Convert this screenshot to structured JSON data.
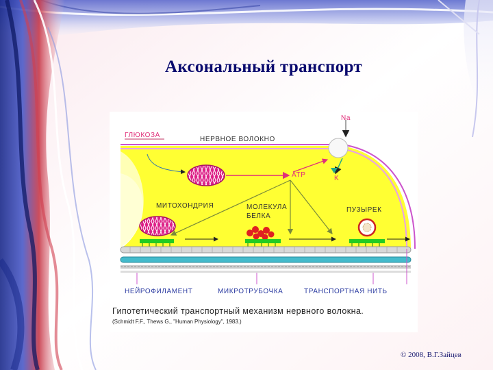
{
  "slide": {
    "title": "Аксональный транспорт",
    "copyright": "© 2008, В.Г.Зайцев"
  },
  "diagram": {
    "labels": {
      "glucose": "ГЛЮКОЗА",
      "nerve_fiber": "НЕРВНОЕ ВОЛОКНО",
      "na": "Na",
      "atp": "АТР",
      "k": "K",
      "mitochondria": "МИТОХОНДРИЯ",
      "protein_line1": "МОЛЕКУЛА",
      "protein_line2": "БЕЛКА",
      "vesicle": "ПУЗЫРЕК",
      "neurofilament": "НЕЙРОФИЛАМЕНТ",
      "microtubule": "МИКРОТРУБОЧКА",
      "transport_filament": "ТРАНСПОРТНАЯ НИТЬ"
    },
    "caption": "Гипотетический транспортный механизм нервного волокна.",
    "reference": "(Schmidt F.F., Thews G., \"Human Physiology\", 1983.)"
  },
  "colors": {
    "axon_fill": "#ffff33",
    "membrane": "#cc55cc",
    "mitochondria": "#dd2288",
    "protein": "#e02020",
    "transport_bar": "#22cc22",
    "microtubule": "#44bbcc",
    "label_red": "#e0307a",
    "label_blue": "#2a3aa0"
  }
}
